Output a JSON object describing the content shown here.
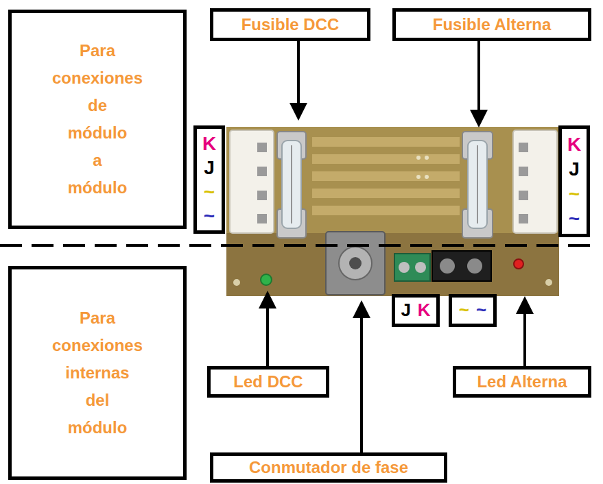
{
  "diagram": {
    "nodes": [
      {
        "text": [
          "Para conexiones de módulo a módulo"
        ]
      },
      {
        "text": [
          "Fusible DCC"
        ]
      },
      {
        "text": [
          "Fusible Alterna"
        ]
      },
      {
        "text": [
          "K",
          "J",
          "~",
          "~"
        ]
      },
      {
        "text": [
          "K",
          "J",
          "~",
          "~"
        ]
      },
      {
        "text": [
          "Para conexiones internas del módulo"
        ]
      },
      {
        "text": [
          "J",
          "K"
        ]
      },
      {
        "text": [
          "~",
          "~"
        ]
      },
      {
        "text": [
          "Led DCC"
        ]
      },
      {
        "text": [
          "Led Alterna"
        ]
      },
      {
        "text": [
          "Conmutador de fase"
        ]
      }
    ]
  }
}
